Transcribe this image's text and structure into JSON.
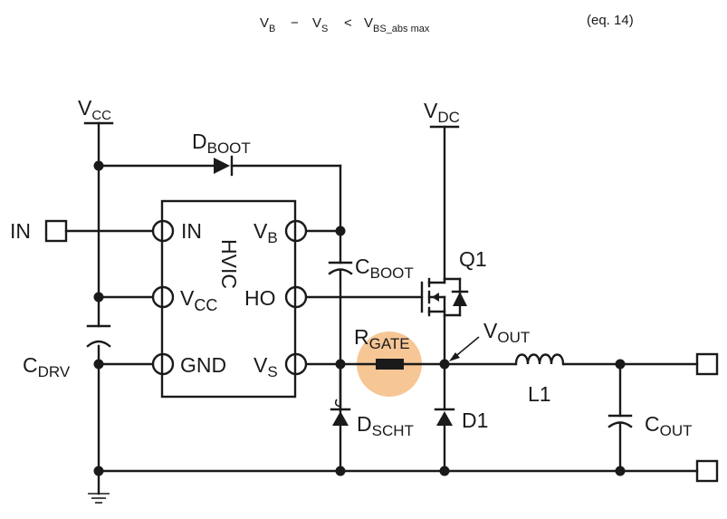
{
  "equation": {
    "lhs_1_main": "V",
    "lhs_1_sub": "B",
    "minus": "−",
    "lhs_2_main": "V",
    "lhs_2_sub": "S",
    "lt": "<",
    "rhs_main": "V",
    "rhs_sub": "BS_abs max",
    "number": "(eq. 14)"
  },
  "labels": {
    "vcc_main": "V",
    "vcc_sub": "CC",
    "vdc_main": "V",
    "vdc_sub": "DC",
    "dboot_main": "D",
    "dboot_sub": "BOOT",
    "in_terminal": "IN",
    "pin_in": "IN",
    "pin_vcc_main": "V",
    "pin_vcc_sub": "CC",
    "pin_gnd": "GND",
    "pin_vb_main": "V",
    "pin_vb_sub": "B",
    "pin_ho": "HO",
    "pin_vs_main": "V",
    "pin_vs_sub": "S",
    "ic_name": "HVIC",
    "cboot_main": "C",
    "cboot_sub": "BOOT",
    "q1": "Q1",
    "cdrv_main": "C",
    "cdrv_sub": "DRV",
    "rgate_main": "R",
    "rgate_sub": "GATE",
    "vout_main": "V",
    "vout_sub": "OUT",
    "l1": "L1",
    "dscht_main": "D",
    "dscht_sub": "SCHT",
    "d1": "D1",
    "cout_main": "C",
    "cout_sub": "OUT"
  },
  "colors": {
    "wire": "#1a1a1a",
    "highlight": "#f6c089"
  }
}
